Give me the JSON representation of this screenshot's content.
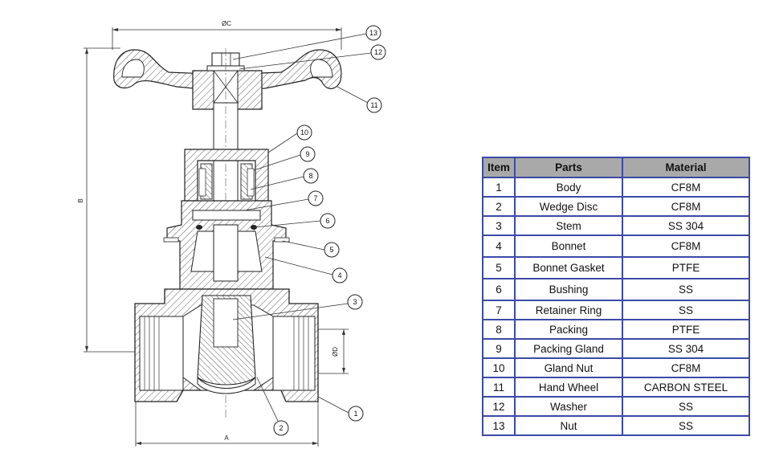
{
  "drawing": {
    "dimensions": {
      "overall_diameter": "ØC",
      "height": "B",
      "length": "A",
      "port_diameter": "ØD"
    },
    "callouts": [
      "1",
      "2",
      "3",
      "4",
      "5",
      "6",
      "7",
      "8",
      "9",
      "10",
      "11",
      "12",
      "13"
    ]
  },
  "table": {
    "headers": {
      "item": "Item",
      "parts": "Parts",
      "material": "Material"
    },
    "rows": [
      {
        "item": "1",
        "part": "Body",
        "material": "CF8M"
      },
      {
        "item": "2",
        "part": "Wedge Disc",
        "material": "CF8M"
      },
      {
        "item": "3",
        "part": "Stem",
        "material": "SS 304"
      },
      {
        "item": "4",
        "part": "Bonnet",
        "material": "CF8M"
      },
      {
        "item": "5",
        "part": "Bonnet Gasket",
        "material": "PTFE"
      },
      {
        "item": "6",
        "part": "Bushing",
        "material": "SS"
      },
      {
        "item": "7",
        "part": "Retainer Ring",
        "material": "SS"
      },
      {
        "item": "8",
        "part": "Packing",
        "material": "PTFE"
      },
      {
        "item": "9",
        "part": "Packing Gland",
        "material": "SS 304"
      },
      {
        "item": "10",
        "part": "Gland Nut",
        "material": "CF8M"
      },
      {
        "item": "11",
        "part": "Hand Wheel",
        "material": "CARBON STEEL"
      },
      {
        "item": "12",
        "part": "Washer",
        "material": "SS"
      },
      {
        "item": "13",
        "part": "Nut",
        "material": "SS"
      }
    ]
  }
}
